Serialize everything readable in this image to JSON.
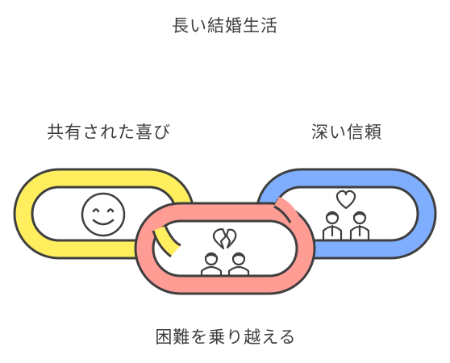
{
  "title": "長い結婚生活",
  "links": {
    "left": {
      "label": "共有された喜び",
      "fill": "#FFEF5E",
      "icon": "smiley-face-icon"
    },
    "right": {
      "label": "深い信頼",
      "fill": "#7FAEFF",
      "icon": "couple-with-heart-icon"
    },
    "bottom": {
      "label": "困難を乗り越える",
      "fill": "#FF9C94",
      "icon": "couple-with-broken-heart-icon"
    }
  },
  "stroke_color": "#3F3F3F"
}
